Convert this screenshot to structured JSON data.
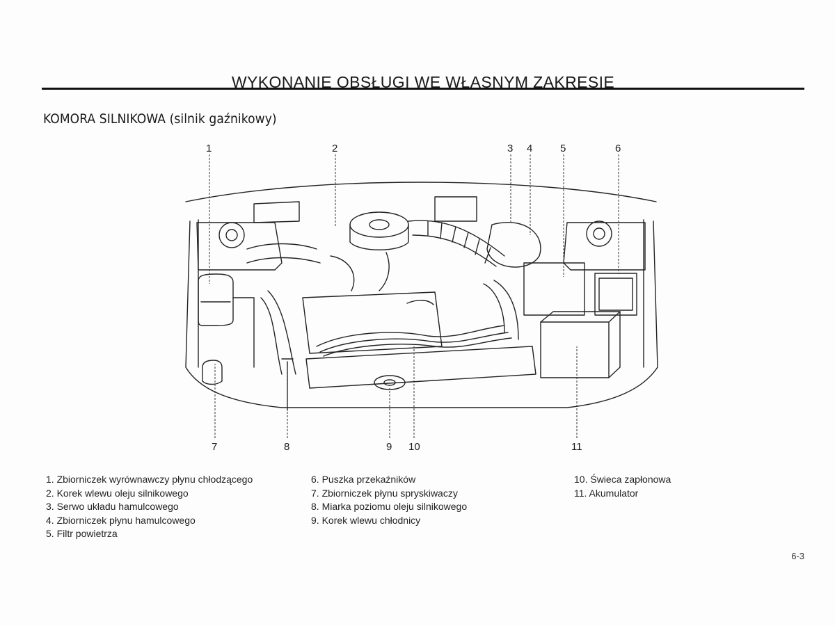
{
  "page": {
    "title": "WYKONANIE OBSŁUGI WE WŁASNYM ZAKRESIE",
    "section_heading": "KOMORA SILNIKOWA (silnik gaźnikowy)",
    "page_number": "6-3"
  },
  "diagram": {
    "callouts_top": [
      "1",
      "2",
      "3",
      "4",
      "5",
      "6"
    ],
    "callouts_bottom": [
      "7",
      "8",
      "9",
      "10",
      "11"
    ]
  },
  "legend": {
    "column1": [
      "1. Zbiorniczek wyrównawczy płynu chłodzącego",
      "2. Korek wlewu oleju silnikowego",
      "3. Serwo układu hamulcowego",
      "4. Zbiorniczek płynu hamulcowego",
      "5. Filtr powietrza"
    ],
    "column2": [
      "6. Puszka przekaźników",
      "7. Zbiorniczek płynu spryskiwaczy",
      "8. Miarka poziomu oleju silnikowego",
      "9. Korek wlewu chłodnicy"
    ],
    "column3": [
      "10. Świeca zapłonowa",
      "11. Akumulator"
    ]
  }
}
